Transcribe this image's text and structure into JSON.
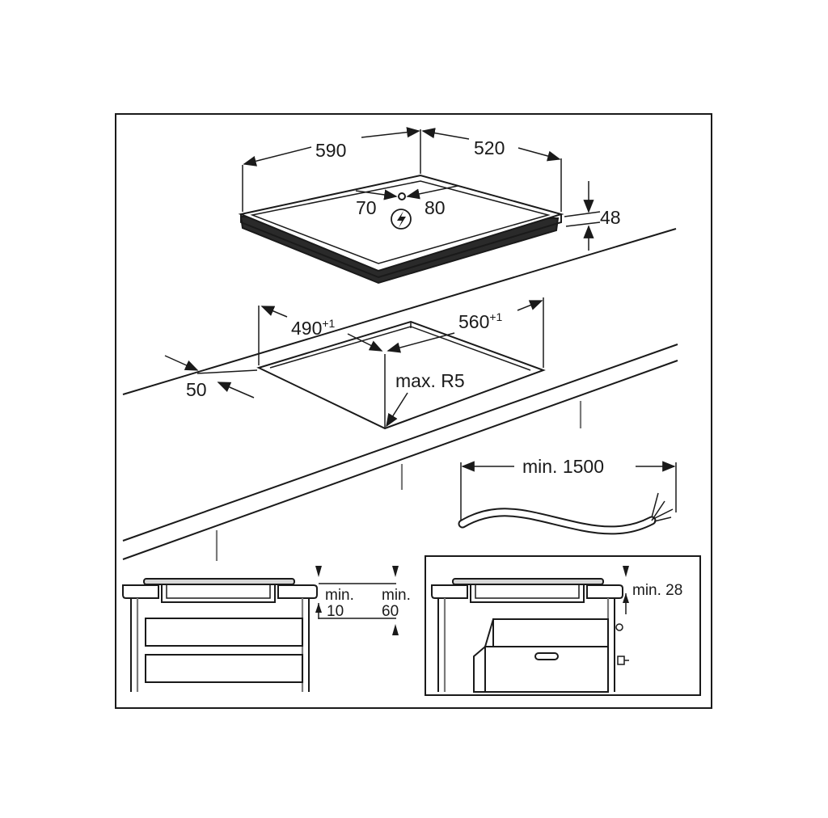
{
  "hob": {
    "width_label": "590",
    "depth_label": "520",
    "height_label": "48",
    "conn_left_label": "70",
    "conn_right_label": "80"
  },
  "cutout": {
    "width_value": "560",
    "width_tol": "+1",
    "depth_value": "490",
    "depth_tol": "+1",
    "front_label": "50",
    "radius_label": "max. R5"
  },
  "cable": {
    "length_label": "min. 1500"
  },
  "left_detail": {
    "gap_label_1": "min.",
    "gap_label_2": "10",
    "depth_label_1": "min.",
    "depth_label_2": "60"
  },
  "right_detail": {
    "gap_label": "min. 28"
  },
  "icons": {
    "connection": "electric-connection-icon"
  }
}
